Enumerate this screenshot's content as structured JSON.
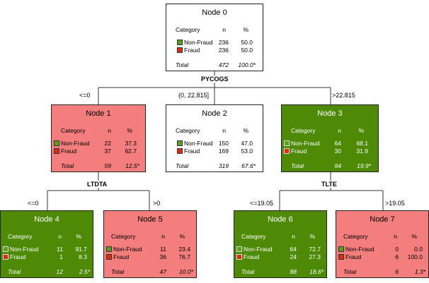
{
  "colors": {
    "nonfraud_swatch": "#5a9e1c",
    "fraud_swatch": "#e02a0f",
    "node_neutral": "#ffffff",
    "node_nonfraud": "#4e8a06",
    "node_fraud": "#f47e7e"
  },
  "columns": {
    "category": "Category",
    "n": "n",
    "pct": "%"
  },
  "classes": [
    "Non-Fraud",
    "Fraud"
  ],
  "total_label": "Total",
  "nodes": [
    {
      "title": "Node 0",
      "rows": [
        {
          "n": "236",
          "pct": "50.0"
        },
        {
          "n": "236",
          "pct": "50.0"
        }
      ],
      "total_n": "472",
      "total_pct": "100.0*"
    },
    {
      "title": "Node 1",
      "rows": [
        {
          "n": "22",
          "pct": "37.3"
        },
        {
          "n": "37",
          "pct": "62.7"
        }
      ],
      "total_n": "59",
      "total_pct": "12.5*"
    },
    {
      "title": "Node 2",
      "rows": [
        {
          "n": "150",
          "pct": "47.0"
        },
        {
          "n": "169",
          "pct": "53.0"
        }
      ],
      "total_n": "319",
      "total_pct": "67.6*"
    },
    {
      "title": "Node 3",
      "rows": [
        {
          "n": "64",
          "pct": "68.1"
        },
        {
          "n": "30",
          "pct": "31.9"
        }
      ],
      "total_n": "94",
      "total_pct": "19.9*"
    },
    {
      "title": "Node 4",
      "rows": [
        {
          "n": "11",
          "pct": "91.7"
        },
        {
          "n": "1",
          "pct": "8.3"
        }
      ],
      "total_n": "12",
      "total_pct": "2.5*"
    },
    {
      "title": "Node 5",
      "rows": [
        {
          "n": "11",
          "pct": "23.4"
        },
        {
          "n": "36",
          "pct": "76.7"
        }
      ],
      "total_n": "47",
      "total_pct": "10.0*"
    },
    {
      "title": "Node 6",
      "rows": [
        {
          "n": "64",
          "pct": "72.7"
        },
        {
          "n": "24",
          "pct": "27.3"
        }
      ],
      "total_n": "88",
      "total_pct": "18.6*"
    },
    {
      "title": "Node 7",
      "rows": [
        {
          "n": "0",
          "pct": "0.0"
        },
        {
          "n": "6",
          "pct": "100.0"
        }
      ],
      "total_n": "6",
      "total_pct": "1.3*"
    }
  ],
  "splits": [
    {
      "variable": "PYCOGS",
      "branches": [
        "<=0",
        "(0, 22.815]",
        ">22.815"
      ]
    },
    {
      "variable": "LTDTA",
      "branches": [
        "<=0",
        ">0"
      ]
    },
    {
      "variable": "TLTE",
      "branches": [
        "<=19.05",
        ">19.05"
      ]
    }
  ]
}
